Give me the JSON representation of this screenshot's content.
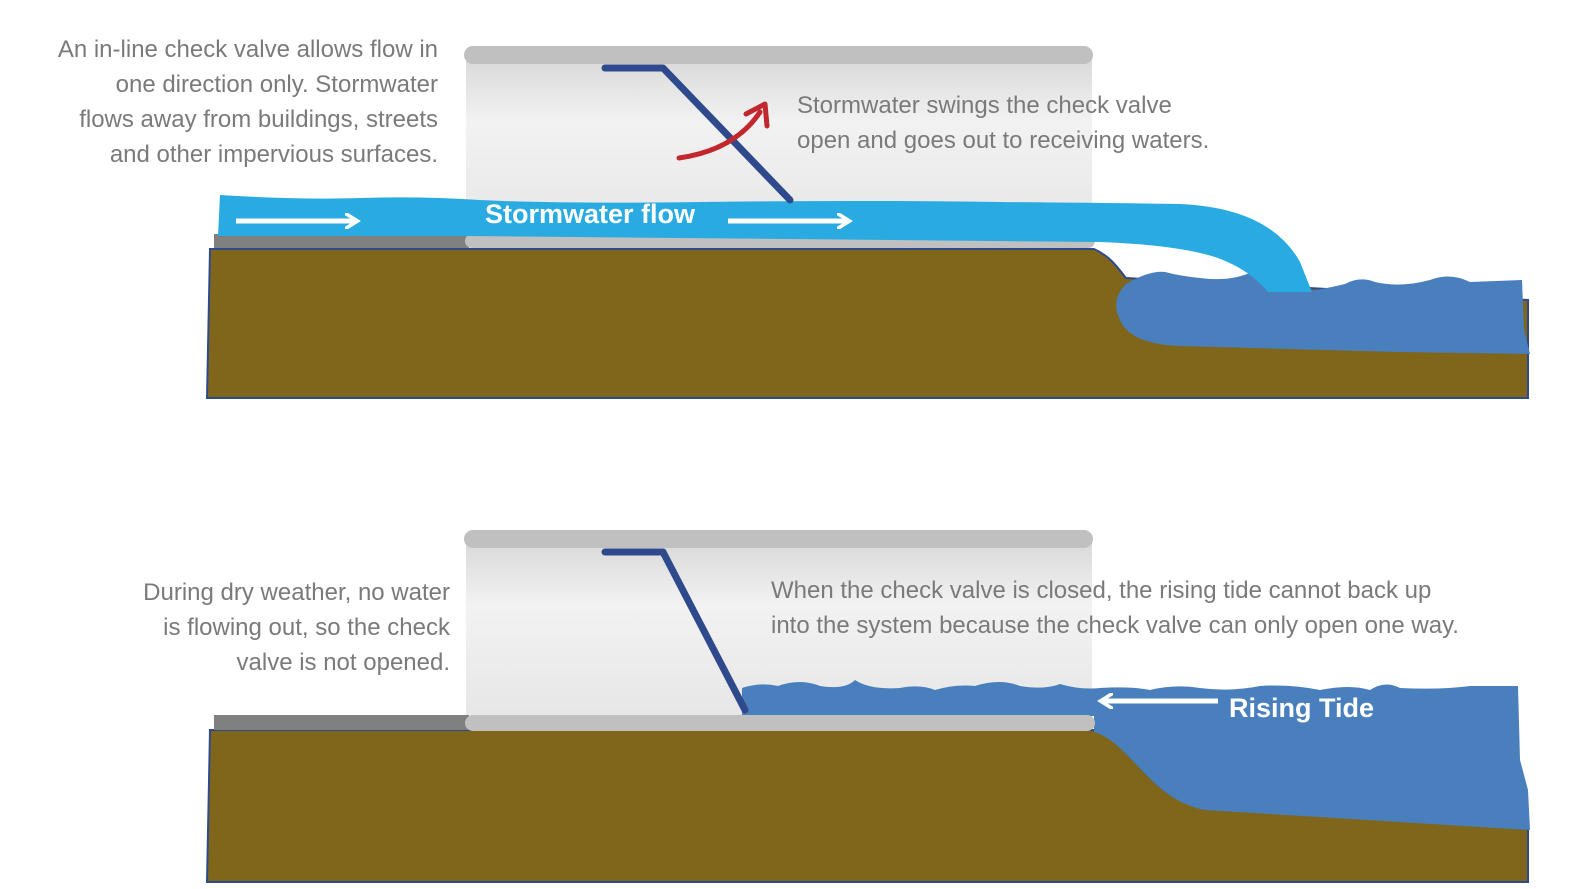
{
  "top_panel": {
    "left_caption": "An in-line check valve allows flow in\none direction only. Stormwater\nflows away from buildings, streets\nand other impervious surfaces.",
    "right_caption": "Stormwater swings the check valve\nopen and goes out to receiving waters.",
    "flow_label": "Stormwater flow"
  },
  "bottom_panel": {
    "left_caption": "During dry weather, no water\nis flowing out, so the check\nvalve is not opened.",
    "right_caption": "When the check valve is closed, the rising tide cannot back up\ninto the system because the check valve can only open one way.",
    "tide_label": "Rising Tide"
  },
  "colors": {
    "ground": "#7f661b",
    "ground_edge": "#2e4a8c",
    "stormwater": "#29abe2",
    "tidewater": "#4a7fbd",
    "valve": "#2e4a8c",
    "pipe_rim": "#c0c0c0",
    "pipe_inner": "#eeeeee",
    "swing_arrow": "#c1272d",
    "caption_text": "#7a7a7a"
  }
}
